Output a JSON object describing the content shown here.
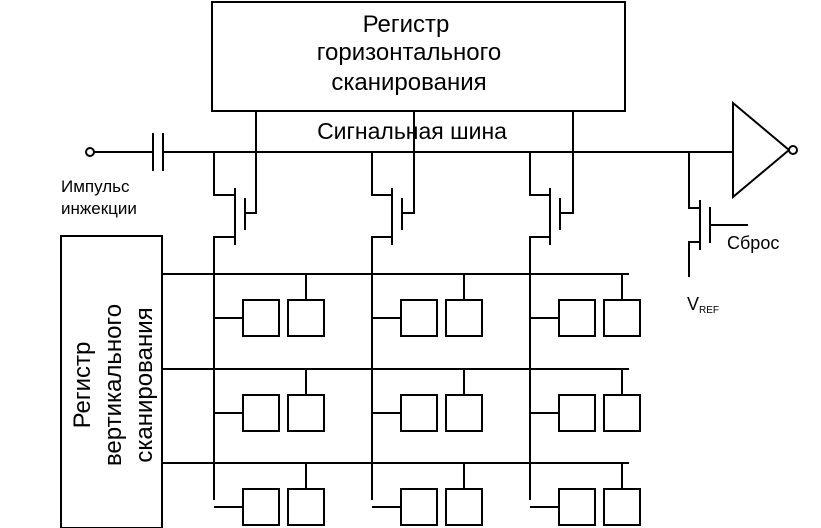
{
  "horizontal_register": {
    "line1": "Регистр",
    "line2": "горизонтального",
    "line3": "сканирования"
  },
  "vertical_register": {
    "line1": "Регистр",
    "line2": "вертикального",
    "line3": "сканирования"
  },
  "signal_bus_label": "Сигнальная шина",
  "injection_pulse": {
    "line1": "Импульс",
    "line2": "инжекции"
  },
  "reset_label": "Сброс",
  "vref": {
    "main": "V",
    "sub": "REF"
  }
}
